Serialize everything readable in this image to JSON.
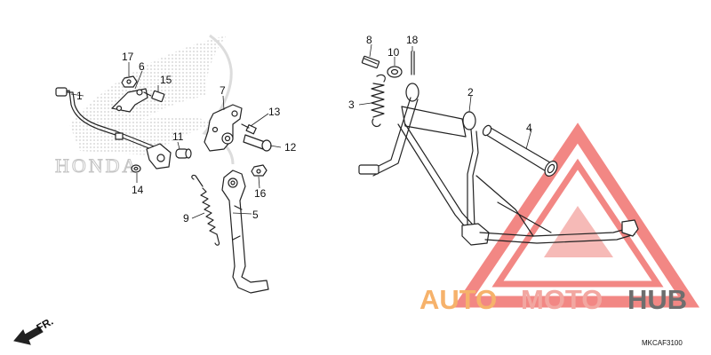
{
  "diagram": {
    "callouts": [
      {
        "id": "c1",
        "label": "1"
      },
      {
        "id": "c2",
        "label": "2"
      },
      {
        "id": "c3",
        "label": "3"
      },
      {
        "id": "c4",
        "label": "4"
      },
      {
        "id": "c5",
        "label": "5"
      },
      {
        "id": "c6",
        "label": "6"
      },
      {
        "id": "c7",
        "label": "7"
      },
      {
        "id": "c8",
        "label": "8"
      },
      {
        "id": "c9",
        "label": "9"
      },
      {
        "id": "c10",
        "label": "10"
      },
      {
        "id": "c11",
        "label": "11"
      },
      {
        "id": "c12",
        "label": "12"
      },
      {
        "id": "c13",
        "label": "13"
      },
      {
        "id": "c14",
        "label": "14"
      },
      {
        "id": "c15",
        "label": "15"
      },
      {
        "id": "c16",
        "label": "16"
      },
      {
        "id": "c17",
        "label": "17"
      },
      {
        "id": "c18",
        "label": "18"
      }
    ],
    "diagram_code": "MKCAF3100",
    "front_arrow_label": "FR."
  },
  "watermarks": {
    "brand_logo_text": "HONDA",
    "site_brand": {
      "part1": "AUTO",
      "part2": "MOTO",
      "part3": "HUB"
    },
    "colors": {
      "auto": "#f6b26b",
      "moto": "#f2a7a1",
      "hub": "#6e6e6e",
      "triangle": "#ee5f5b"
    }
  }
}
